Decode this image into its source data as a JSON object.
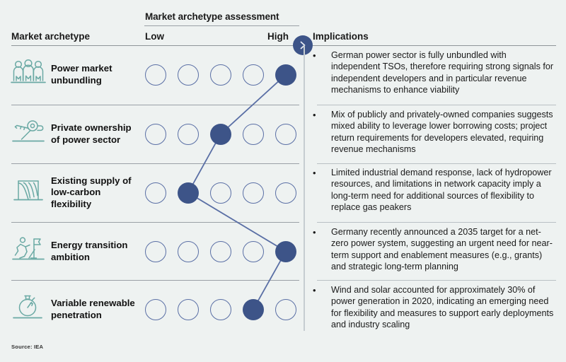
{
  "header": {
    "assessment_title": "Market archetype assessment",
    "archetype_col": "Market archetype",
    "scale_low": "Low",
    "scale_high": "High",
    "implications_col": "Implications",
    "chevron_icon": "chevron-right-icon"
  },
  "scale": {
    "levels": 5
  },
  "colors": {
    "background": "#eef2f1",
    "filled_dot": "#3d5488",
    "empty_dot_border": "#5a6fa5",
    "icon_teal": "#6aa9a4",
    "rule": "#9aa0a6",
    "text": "#1a1a1a"
  },
  "rows": [
    {
      "icon": "people-group-icon",
      "label": "Power market unbundling",
      "score": 5,
      "implication": "German power sector is fully unbundled with independent TSOs, therefore requiring strong signals for independent developers and in particular revenue mechanisms to enhance viability"
    },
    {
      "icon": "key-icon",
      "label": "Private ownership of power sector",
      "score": 3,
      "implication": "Mix of publicly and privately-owned companies suggests mixed ability to leverage lower borrowing costs; project return requirements for developers elevated, requiring revenue mechanisms"
    },
    {
      "icon": "hydropower-dam-icon",
      "label": "Existing supply of low-carbon flexibility",
      "score": 2,
      "implication": "Limited industrial demand response, lack of hydropower resources, and limitations in network capacity imply a long-term need for additional sources of flexibility to replace gas peakers"
    },
    {
      "icon": "runner-flag-icon",
      "label": "Energy transition ambition",
      "score": 5,
      "implication": "Germany recently announced a 2035 target for a net-zero power system, suggesting an urgent need for near-term support and enablement measures (e.g., grants) and strategic long-term planning"
    },
    {
      "icon": "stopwatch-icon",
      "label": "Variable renewable penetration",
      "score": 4,
      "implication": "Wind and solar accounted for approximately 30% of power generation in 2020, indicating an emerging need for flexibility and measures to support early deployments and industry scaling"
    }
  ],
  "footer": {
    "source": "Source: IEA"
  }
}
